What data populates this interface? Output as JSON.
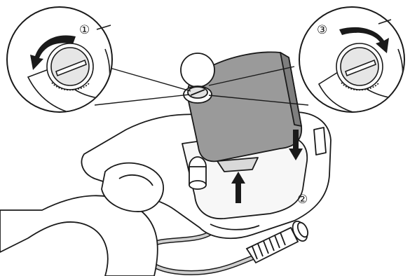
{
  "labels": {
    "step1": "①",
    "step2": "②",
    "step3": "③"
  },
  "icons": {
    "counterclockwise": "curved-arrow-counterclockwise-icon",
    "clockwise": "curved-arrow-clockwise-icon",
    "up": "arrow-up-icon",
    "down": "arrow-down-icon"
  },
  "colors": {
    "line": "#1a1a1a",
    "cover_fill": "#9a9a9a",
    "arrow_fill": "#1a1a1a",
    "body_fill": "#ffffff"
  }
}
